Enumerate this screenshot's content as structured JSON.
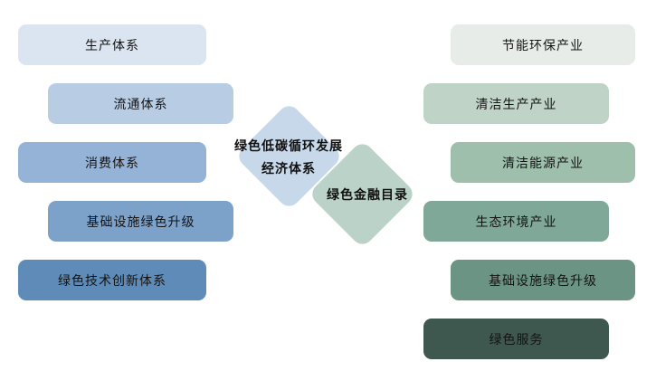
{
  "diagram": {
    "title": "green-development-systems-vs-green-industries",
    "background_color": "#ffffff",
    "text_color": "#141414",
    "left_column": {
      "items": [
        {
          "label": "生产体系",
          "color": "#dbe5f1"
        },
        {
          "label": "流通体系",
          "color": "#b8cce4"
        },
        {
          "label": "消费体系",
          "color": "#95b3d7"
        },
        {
          "label": "基础设施绿色升级",
          "color": "#7da2c9"
        },
        {
          "label": "绿色技术创新体系",
          "color": "#5e8bb7"
        }
      ]
    },
    "right_column": {
      "items": [
        {
          "label": "节能环保产业",
          "color": "#e7ece8"
        },
        {
          "label": "清洁生产产业",
          "color": "#bfd3c7"
        },
        {
          "label": "清洁能源产业",
          "color": "#9dbfab"
        },
        {
          "label": "生态环境产业",
          "color": "#7fa899"
        },
        {
          "label": "基础设施绿色升级",
          "color": "#6b9485"
        },
        {
          "label": "绿色服务",
          "color": "#3e574f"
        }
      ]
    },
    "center": {
      "blue_diamond": {
        "label_line1": "绿色低碳循环发展",
        "label_line2": "经济体系",
        "color": "#c6d8ea"
      },
      "green_diamond": {
        "label": "绿色金融目录",
        "color": "#bbd2c9"
      }
    }
  }
}
